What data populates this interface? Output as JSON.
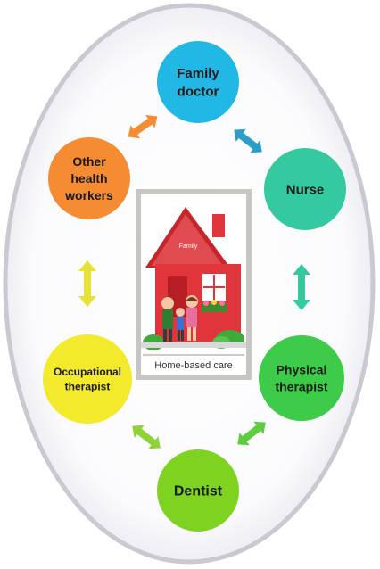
{
  "diagram": {
    "center": {
      "house_sign": "Family",
      "caption": "Home-based care"
    },
    "nodes": [
      {
        "key": "family-doctor",
        "lines": [
          "Family",
          "doctor"
        ],
        "color": "#22b8e6"
      },
      {
        "key": "nurse",
        "lines": [
          "Nurse"
        ],
        "color": "#35c9a2"
      },
      {
        "key": "physical-therapist",
        "lines": [
          "Physical",
          "therapist"
        ],
        "color": "#3fcb4a"
      },
      {
        "key": "dentist",
        "lines": [
          "Dentist"
        ],
        "color": "#7ed321"
      },
      {
        "key": "occupational-therapist",
        "lines": [
          "Occupational",
          "therapist"
        ],
        "color": "#f2ea2a"
      },
      {
        "key": "other-health-workers",
        "lines": [
          "Other",
          "health",
          "workers"
        ],
        "color": "#f58c32"
      }
    ],
    "colors": {
      "outer_ring": "#c9c9d1",
      "panel_frame": "#c8c6c2",
      "house_wall": "#e0353b",
      "house_roof": "#c8242b"
    }
  }
}
